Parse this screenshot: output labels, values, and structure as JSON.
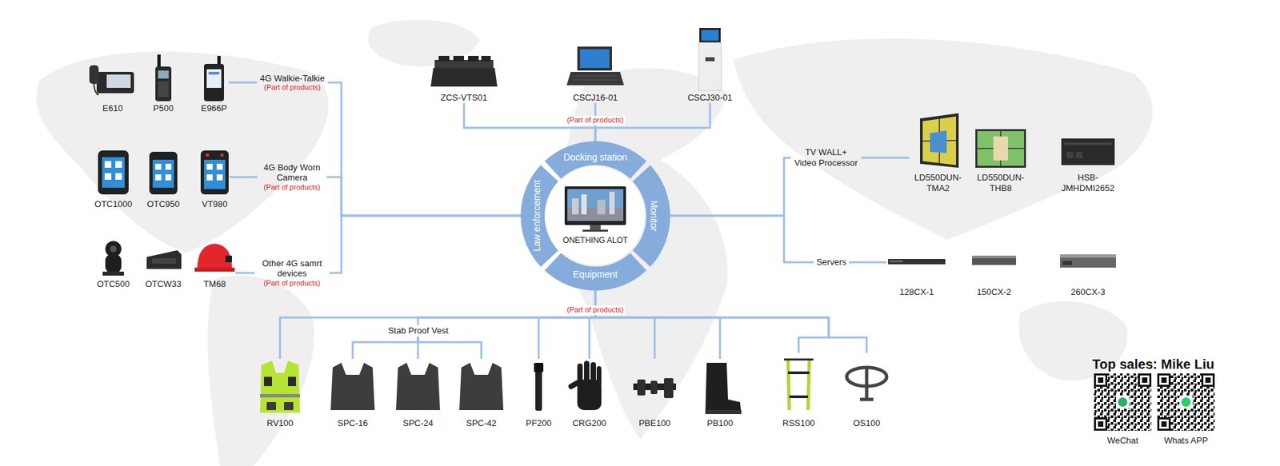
{
  "diagram": {
    "nodes": [
      {
        "text": [
          "ONETHING ALOT"
        ]
      },
      {
        "text": [
          "Docking station"
        ]
      },
      {
        "text": [
          "Monitor"
        ]
      },
      {
        "text": [
          "Equipment"
        ]
      },
      {
        "text": [
          "Law enforcement"
        ]
      },
      {
        "text": [
          "4G Walkie-Talkie",
          "(Part of products)"
        ]
      },
      {
        "text": [
          "E610"
        ]
      },
      {
        "text": [
          "P500"
        ]
      },
      {
        "text": [
          "E966P"
        ]
      },
      {
        "text": [
          "4G Body Worn Camera",
          "(Part of products)"
        ]
      },
      {
        "text": [
          "OTC1000"
        ]
      },
      {
        "text": [
          "OTC950"
        ]
      },
      {
        "text": [
          "VT980"
        ]
      },
      {
        "text": [
          "Other 4G samrt devices",
          "(Part of products)"
        ]
      },
      {
        "text": [
          "OTC500"
        ]
      },
      {
        "text": [
          "OTCW33"
        ]
      },
      {
        "text": [
          "TM68"
        ]
      },
      {
        "text": [
          "ZCS-VTS01"
        ]
      },
      {
        "text": [
          "CSCJ16-01"
        ]
      },
      {
        "text": [
          "CSCJ30-01"
        ]
      },
      {
        "text": [
          "TV WALL+ Video Processor"
        ]
      },
      {
        "text": [
          "LD550DUN-TMA2"
        ]
      },
      {
        "text": [
          "LD550DUN-THB8"
        ]
      },
      {
        "text": [
          "HSB-JMHDMI2652"
        ]
      },
      {
        "text": [
          "Servers"
        ]
      },
      {
        "text": [
          "128CX-1"
        ]
      },
      {
        "text": [
          "150CX-2"
        ]
      },
      {
        "text": [
          "260CX-3"
        ]
      },
      {
        "text": [
          "Stab Proof Vest"
        ]
      },
      {
        "text": [
          "RV100"
        ]
      },
      {
        "text": [
          "SPC-16"
        ]
      },
      {
        "text": [
          "SPC-24"
        ]
      },
      {
        "text": [
          "SPC-42"
        ]
      },
      {
        "text": [
          "PF200"
        ]
      },
      {
        "text": [
          "CRG200"
        ]
      },
      {
        "text": [
          "PBE100"
        ]
      },
      {
        "text": [
          "PB100"
        ]
      },
      {
        "text": [
          "RSS100"
        ]
      },
      {
        "text": [
          "OS100"
        ]
      }
    ],
    "edges": [
      {
        "from": 4,
        "to": 5,
        "arrow": "none"
      },
      {
        "from": 4,
        "to": 9,
        "arrow": "none"
      },
      {
        "from": 4,
        "to": 13,
        "arrow": "none"
      },
      {
        "from": 5,
        "to": 8,
        "arrow": "none"
      },
      {
        "from": 9,
        "to": 12,
        "arrow": "none"
      },
      {
        "from": 13,
        "to": 16,
        "arrow": "none"
      },
      {
        "from": 1,
        "to": 17,
        "arrow": "none"
      },
      {
        "from": 1,
        "to": 18,
        "arrow": "none"
      },
      {
        "from": 1,
        "to": 19,
        "arrow": "none"
      },
      {
        "from": 2,
        "to": 20,
        "arrow": "none"
      },
      {
        "from": 2,
        "to": 24,
        "arrow": "none"
      },
      {
        "from": 20,
        "to": 21,
        "arrow": "none"
      },
      {
        "from": 24,
        "to": 25,
        "arrow": "none"
      },
      {
        "from": 3,
        "to": 29,
        "arrow": "none"
      },
      {
        "from": 3,
        "to": 28,
        "arrow": "none"
      },
      {
        "from": 28,
        "to": 30,
        "arrow": "none"
      },
      {
        "from": 28,
        "to": 31,
        "arrow": "none"
      },
      {
        "from": 28,
        "to": 32,
        "arrow": "none"
      },
      {
        "from": 3,
        "to": 33,
        "arrow": "none"
      },
      {
        "from": 3,
        "to": 34,
        "arrow": "none"
      },
      {
        "from": 3,
        "to": 35,
        "arrow": "none"
      },
      {
        "from": 3,
        "to": 36,
        "arrow": "none"
      },
      {
        "from": 3,
        "to": 37,
        "arrow": "none"
      },
      {
        "from": 3,
        "to": 38,
        "arrow": "none"
      }
    ],
    "labels": [
      "(Part of products)",
      "(Part of products)",
      "Top sales: Mike Liu",
      "WeChat",
      "Whats APP"
    ]
  }
}
